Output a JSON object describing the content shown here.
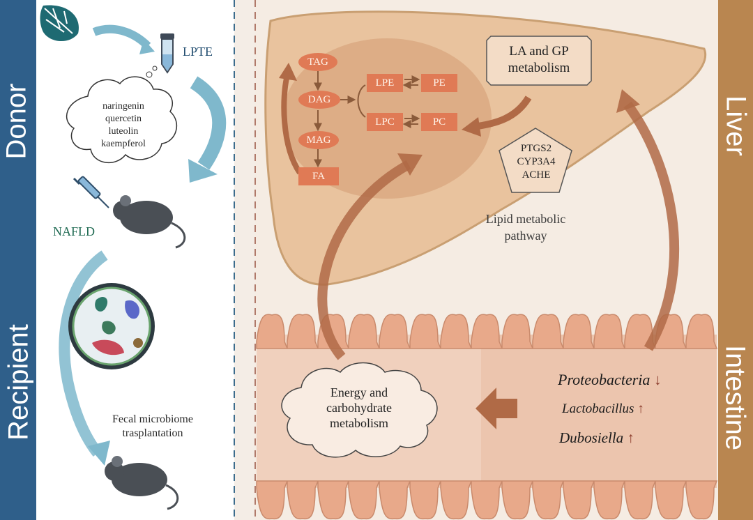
{
  "left_panel": {
    "donor_label": "Donor",
    "recipient_label": "Recipient",
    "lpte_label": "LPTE",
    "compounds": [
      "naringenin",
      "quercetin",
      "luteolin",
      "kaempferol"
    ],
    "nafld_label": "NAFLD",
    "fmt_line1": "Fecal microbiome",
    "fmt_line2": "trasplantation"
  },
  "right_panel": {
    "liver_label": "Liver",
    "intestine_label": "Intestine"
  },
  "liver": {
    "lipid_chain": [
      "TAG",
      "DAG",
      "MAG",
      "FA"
    ],
    "phospholipids": [
      "LPE",
      "PE",
      "LPC",
      "PC"
    ],
    "la_gp_line1": "LA and GP",
    "la_gp_line2": "metabolism",
    "genes": [
      "PTGS2",
      "CYP3A4",
      "ACHE"
    ],
    "pathway_line1": "Lipid metabolic",
    "pathway_line2": "pathway"
  },
  "intestine": {
    "energy_line1": "Energy and",
    "energy_line2": "carbohydrate",
    "energy_line3": "metabolism",
    "bacteria": [
      {
        "name": "Proteobacteria",
        "trend": "↓"
      },
      {
        "name": "Lactobacillus",
        "trend": "↑"
      },
      {
        "name": "Dubosiella",
        "trend": "↑"
      }
    ]
  },
  "colors": {
    "donor_bar": "#2f5f8a",
    "liver_bar": "#b98650",
    "liver_fill": "#e9c39e",
    "node_fill": "#e07a55",
    "arrow_brown": "#b06a46",
    "arrow_blue": "#7fb8cc"
  }
}
